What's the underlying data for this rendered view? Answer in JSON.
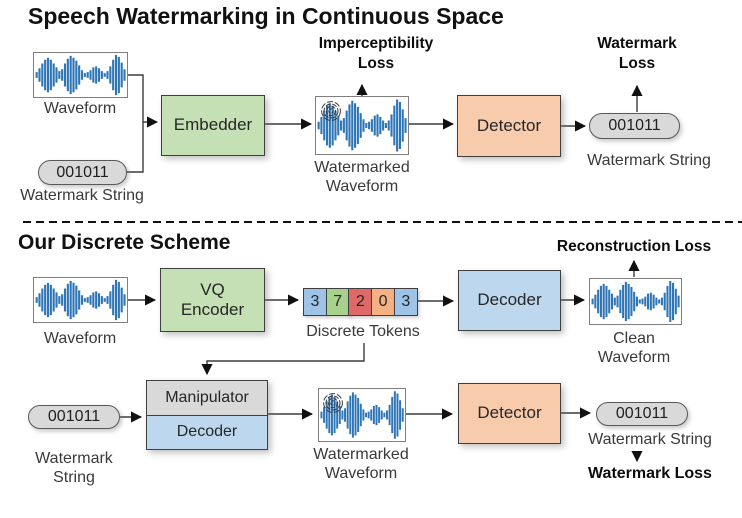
{
  "colors": {
    "green_box": "#C5E0B4",
    "orange_box": "#F8CBAD",
    "blue_box": "#BDD7EE",
    "gray_box": "#D9D9D9",
    "waveform": "#2E75B6",
    "token_blue": "#9DC3E6",
    "token_green": "#A9D18E",
    "token_red": "#DD6A68",
    "token_orange": "#F4B183"
  },
  "continuous": {
    "title": "Speech Watermarking in Continuous Space",
    "waveform": {
      "label": "Waveform"
    },
    "watermark_input": {
      "value": "001011",
      "label": "Watermark String"
    },
    "embedder": {
      "label": "Embedder"
    },
    "imperceptibility_loss": {
      "line1": "Imperceptibility",
      "line2": "Loss"
    },
    "watermarked": {
      "line1": "Watermarked",
      "line2": "Waveform"
    },
    "detector": {
      "label": "Detector"
    },
    "watermark_output": {
      "value": "001011",
      "label": "Watermark String"
    },
    "watermark_loss": {
      "line1": "Watermark",
      "line2": "Loss"
    }
  },
  "discrete": {
    "title": "Our Discrete Scheme",
    "waveform": {
      "label": "Waveform"
    },
    "vq_encoder": {
      "line1": "VQ",
      "line2": "Encoder"
    },
    "tokens": {
      "label": "Discrete Tokens",
      "items": [
        {
          "value": "3",
          "color": "#9DC3E6"
        },
        {
          "value": "7",
          "color": "#A9D18E"
        },
        {
          "value": "2",
          "color": "#DD6A68"
        },
        {
          "value": "0",
          "color": "#F4B183"
        },
        {
          "value": "3",
          "color": "#9DC3E6"
        }
      ]
    },
    "decoder": {
      "label": "Decoder"
    },
    "clean": {
      "line1": "Clean",
      "line2": "Waveform"
    },
    "reconstruction_loss": "Reconstruction Loss",
    "watermark_input": {
      "value": "001011",
      "line1": "Watermark",
      "line2": "String"
    },
    "manipulator": {
      "label": "Manipulator"
    },
    "manipulator_decoder": {
      "label": "Decoder"
    },
    "watermarked": {
      "line1": "Watermarked",
      "line2": "Waveform"
    },
    "detector": {
      "label": "Detector"
    },
    "watermark_output": {
      "value": "001011",
      "label": "Watermark String"
    },
    "watermark_loss": "Watermark Loss"
  }
}
